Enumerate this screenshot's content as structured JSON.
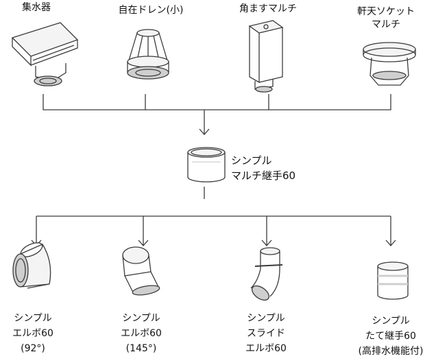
{
  "top_parts": [
    {
      "id": "collector",
      "lines": [
        "集水器"
      ]
    },
    {
      "id": "free-drain",
      "lines": [
        "自在ドレン(小)"
      ]
    },
    {
      "id": "square-multi",
      "lines": [
        "角ますマルチ"
      ]
    },
    {
      "id": "eave-socket",
      "lines": [
        "軒天ソケット",
        "マルチ"
      ]
    }
  ],
  "center_part": {
    "id": "simple-multi-joint",
    "lines": [
      "シンプル",
      "マルチ継手60"
    ]
  },
  "bottom_parts": [
    {
      "id": "elbow-92",
      "lines": [
        "シンプル",
        "エルボ60",
        "(92°)"
      ]
    },
    {
      "id": "elbow-145",
      "lines": [
        "シンプル",
        "エルボ60",
        "(145°)"
      ]
    },
    {
      "id": "slide-elbow",
      "lines": [
        "シンプル",
        "スライド",
        "エルボ60"
      ]
    },
    {
      "id": "vertical-joint",
      "lines": [
        "シンプル",
        "たて継手60",
        "(高排水機能付)"
      ]
    }
  ],
  "colors": {
    "line": "#3a3a3a",
    "fill": "#f4f4f4",
    "shade": "#cfcfcf"
  }
}
